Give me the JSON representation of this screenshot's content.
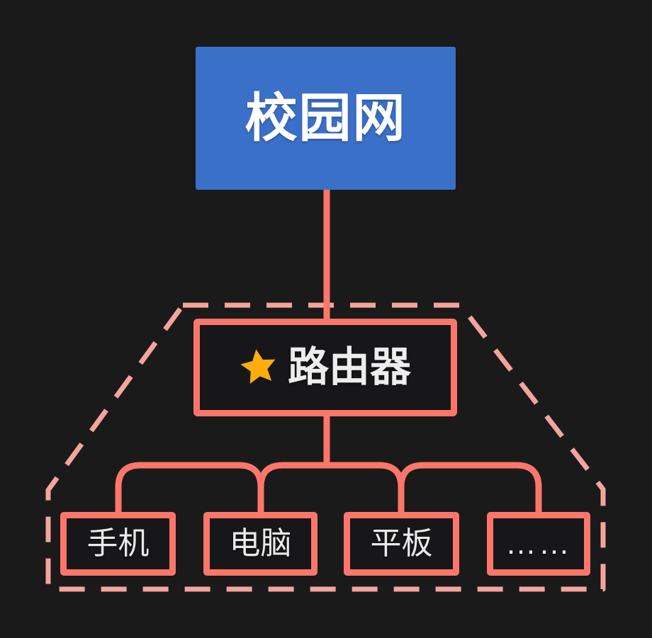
{
  "diagram": {
    "background_color": "#1A1A1B",
    "colors": {
      "root_fill": "#3B70C8",
      "root_text": "#FFFFFF",
      "node_border": "#FC766A",
      "connector": "#FC766A",
      "dashed_zone_border": "#F5A49C",
      "node_text": "#E9E9E9",
      "star_fill": "#FFAD0D"
    },
    "root": {
      "label": "校园网"
    },
    "router": {
      "label": "路由器",
      "icon": "star-icon"
    },
    "devices": [
      {
        "label": "手机"
      },
      {
        "label": "电脑"
      },
      {
        "label": "平板"
      },
      {
        "label": "……"
      }
    ]
  }
}
